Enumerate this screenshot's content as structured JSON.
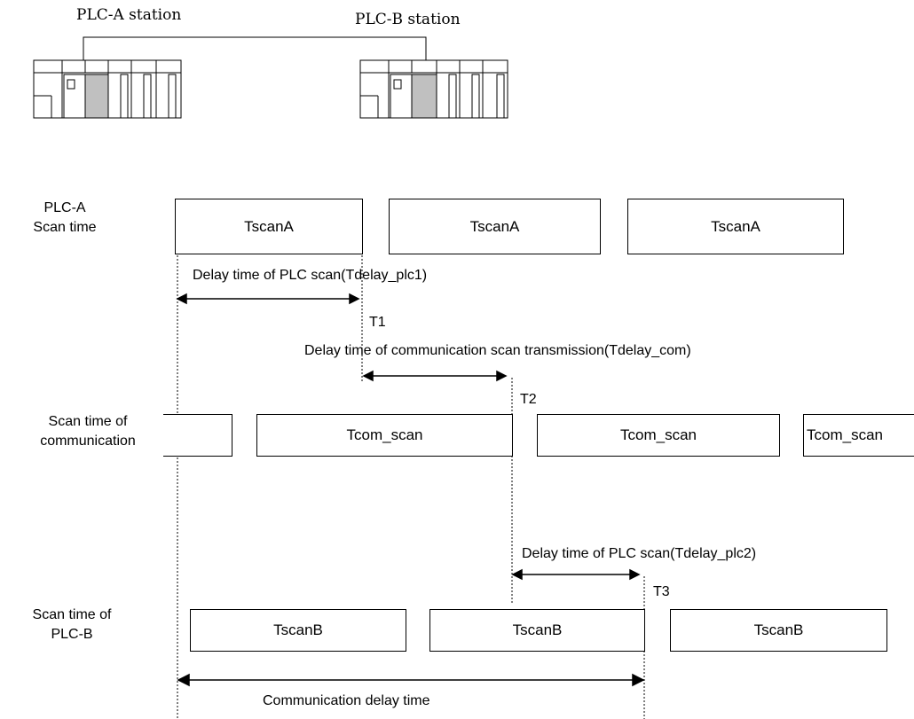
{
  "stations": {
    "a_label": "PLC-A station",
    "b_label": "PLC-B station"
  },
  "rows": {
    "plc_a": {
      "line1": "PLC-A",
      "line2": "Scan time"
    },
    "comm": {
      "line1": "Scan time of",
      "line2": "communication"
    },
    "plc_b": {
      "line1": "Scan time of",
      "line2": "PLC-B"
    }
  },
  "boxes": {
    "tscan_a": "TscanA",
    "tcom_scan": "Tcom_scan",
    "tscan_b": "TscanB"
  },
  "annotations": {
    "delay_plc1": "Delay time of PLC scan(Tdelay_plc1)",
    "t1": "T1",
    "delay_com": "Delay time of communication scan transmission(Tdelay_com)",
    "t2": "T2",
    "delay_plc2": "Delay time of PLC scan(Tdelay_plc2)",
    "t3": "T3",
    "comm_delay": "Communication delay time"
  },
  "colors": {
    "line": "#000000",
    "module_fill": "#c0c0c0",
    "background": "#ffffff"
  }
}
